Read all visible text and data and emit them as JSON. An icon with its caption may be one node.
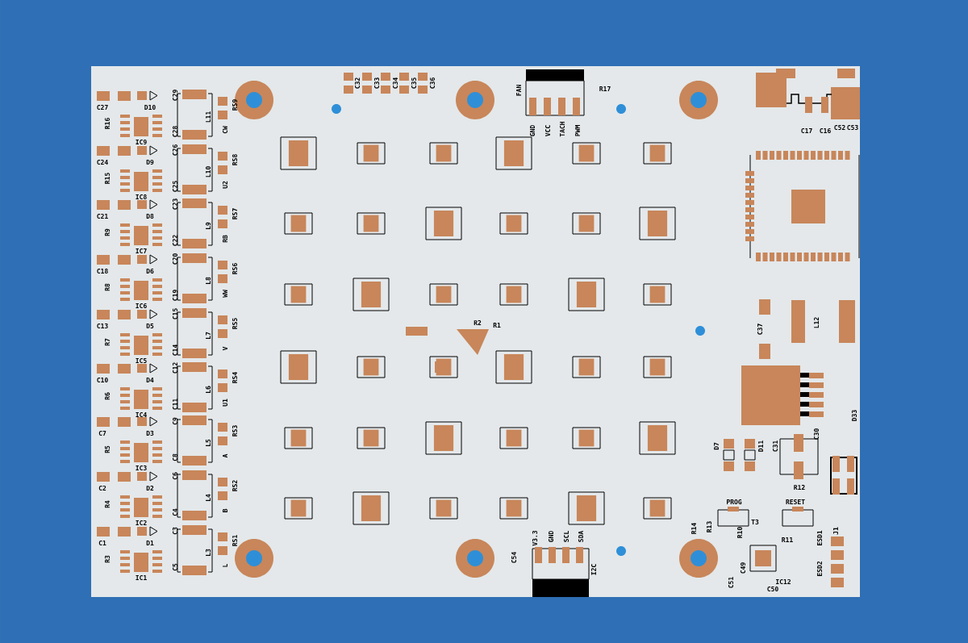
{
  "diagram": {
    "labels": [
      "C27",
      "D10",
      "R16",
      "IC9",
      "C29",
      "C28",
      "L11",
      "RS9",
      "CW",
      "C24",
      "D9",
      "R15",
      "IC8",
      "C26",
      "C25",
      "L10",
      "RS8",
      "U2",
      "C21",
      "D8",
      "R9",
      "IC7",
      "C23",
      "C22",
      "L9",
      "RS7",
      "RB",
      "C18",
      "D6",
      "R8",
      "IC6",
      "C20",
      "C19",
      "L8",
      "RS6",
      "WW",
      "C13",
      "D5",
      "R7",
      "IC5",
      "C15",
      "C14",
      "L7",
      "RS5",
      "V",
      "C10",
      "D4",
      "R6",
      "IC4",
      "C12",
      "C11",
      "L6",
      "RS4",
      "U1",
      "C7",
      "D3",
      "R5",
      "IC3",
      "C9",
      "C8",
      "L5",
      "RS3",
      "A",
      "C2",
      "D2",
      "R4",
      "IC2",
      "C6",
      "C4",
      "L4",
      "RS2",
      "B",
      "C1",
      "D1",
      "R3",
      "IC1",
      "C3",
      "C5",
      "L3",
      "RS1",
      "L",
      "C32",
      "C33",
      "C34",
      "C35",
      "C36",
      "FAN",
      "GND",
      "VCC",
      "TACH",
      "PWM",
      "R17",
      "C17",
      "C16",
      "C52",
      "C53",
      "C37",
      "L12",
      "R2",
      "R1",
      "D7",
      "D11",
      "C31",
      "C30",
      "D33",
      "R12",
      "PROG",
      "RESET",
      "R14",
      "R13",
      "R10",
      "T3",
      "R11",
      "ESD1",
      "ESD2",
      "J1",
      "C49",
      "C51",
      "IC12",
      "C50",
      "V3.3",
      "GND",
      "SCL",
      "SDA",
      "C54",
      "I2C"
    ]
  }
}
